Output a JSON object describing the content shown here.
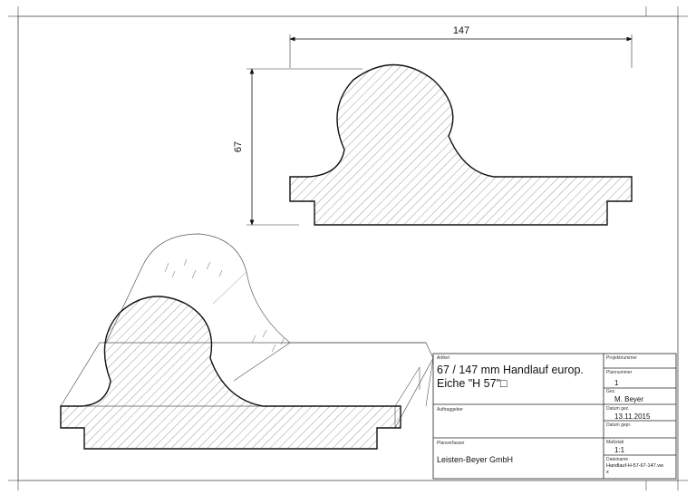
{
  "dimensions": {
    "width_label": "147",
    "height_label": "67"
  },
  "title_block": {
    "artikel_label": "Artikel",
    "artikel_line1": "67 / 147 mm Handlauf europ.",
    "artikel_line2": "Eiche \"H 57\"□",
    "projektnummer_label": "Projektnummer",
    "plannummer_label": "Plannummer",
    "plannummer_value": "1",
    "gez_label": "Gez.",
    "gez_value": "M. Beyer",
    "auftraggeber_label": "Auftraggeber",
    "datum_gez_label": "Datum gez.",
    "datum_gez_value": "13.11.2015",
    "datum_gepr_label": "Datum gepr.",
    "planverfasser_label": "Planverfasser",
    "planverfasser_value": "Leisten-Beyer GmbH",
    "massstab_label": "Maßstab",
    "massstab_value": "1:1",
    "dateiname_label": "Dateiname",
    "dateiname_line1": "Handlauf-H-57-67-147.vw",
    "dateiname_line2": "x"
  }
}
